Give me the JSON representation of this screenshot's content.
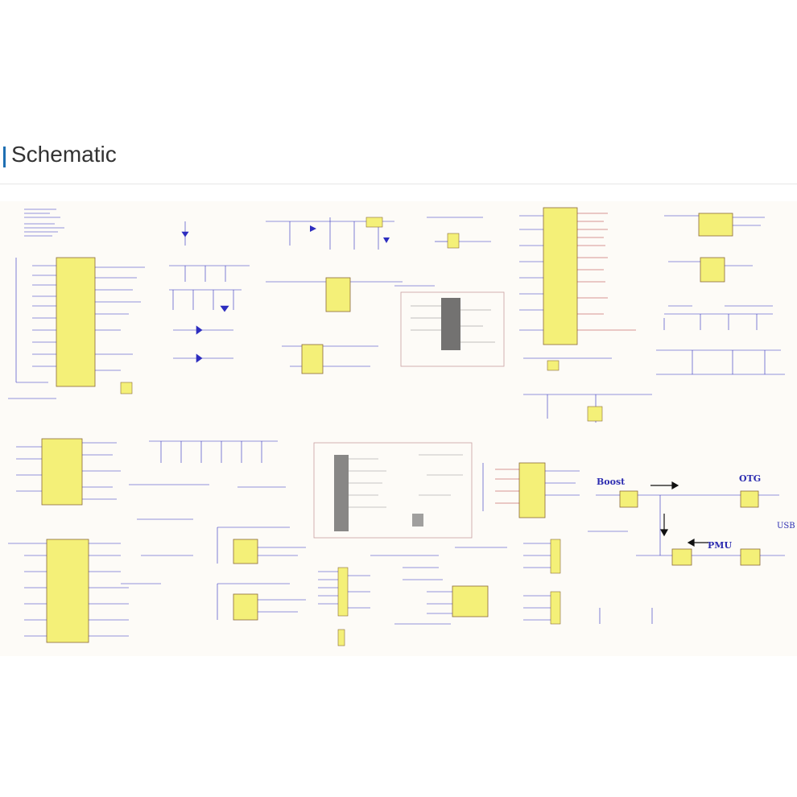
{
  "header": {
    "title": "Schematic",
    "accent_color": "#1f6fb2"
  },
  "schematic": {
    "labels": {
      "boost": "Boost",
      "otg": "OTG",
      "usb": "USB",
      "pmu": "PMU"
    },
    "colors": {
      "chip_fill": "#f4f078",
      "chip_stroke": "#8a6a3a",
      "wire": "#2d2dbf",
      "net": "#b03030",
      "frame": "#c8a0a0",
      "bg": "#fdfbf7"
    }
  }
}
